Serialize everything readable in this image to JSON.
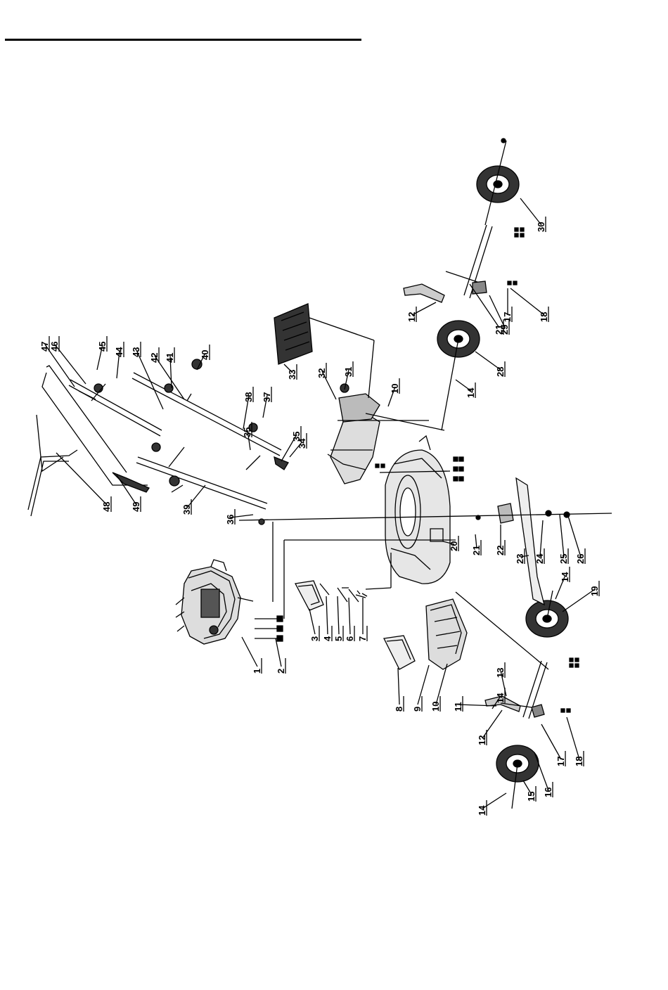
{
  "diagram": {
    "callouts": [
      "1",
      "2",
      "3",
      "4",
      "5",
      "6",
      "7",
      "8",
      "9",
      "10",
      "10",
      "11",
      "12",
      "12",
      "13",
      "14",
      "14",
      "14",
      "14",
      "15",
      "16",
      "17",
      "17",
      "18",
      "18",
      "19",
      "20",
      "21",
      "21",
      "22",
      "23",
      "24",
      "25",
      "26",
      "28",
      "29",
      "30",
      "31",
      "32",
      "33",
      "34",
      "35",
      "35",
      "36",
      "37",
      "38",
      "39",
      "40",
      "41",
      "42",
      "43",
      "44",
      "45",
      "46",
      "47",
      "48",
      "49"
    ]
  }
}
